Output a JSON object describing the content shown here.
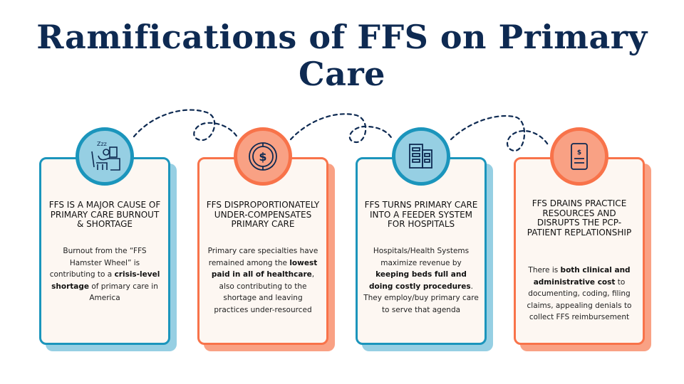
{
  "title": "Ramifications of FFS on Primary Care",
  "colors": {
    "navy": "#0e2a52",
    "blue": "#1b95bc",
    "light_blue": "#96cfe3",
    "orange": "#f8734a",
    "light_orange": "#f9a184",
    "card_bg": "#fdf7f2"
  },
  "cards": [
    {
      "icon": "sleeping-at-desk-icon",
      "heading": "FFS is a major cause of primary care burnout & shortage",
      "body": [
        {
          "t": "Burnout from the “FFS Hamster Wheel” is contributing to a "
        },
        {
          "t": "crisis-level shortage",
          "b": true
        },
        {
          "t": " of primary care in America"
        }
      ]
    },
    {
      "icon": "dollar-coin-icon",
      "heading": "FFS disproportionately under-compensates primary care",
      "body": [
        {
          "t": "Primary care specialties have remained among the "
        },
        {
          "t": "lowest paid in all of healthcare",
          "b": true
        },
        {
          "t": ", also contributing to the shortage and leaving practices under-resourced"
        }
      ]
    },
    {
      "icon": "hospital-buildings-icon",
      "heading": "FFS turns primary care into a feeder system for hospitals",
      "body": [
        {
          "t": "Hospitals/Health Systems maximize revenue by "
        },
        {
          "t": "keeping beds full and doing costly procedures",
          "b": true
        },
        {
          "t": ". They employ/buy primary care to serve that agenda"
        }
      ]
    },
    {
      "icon": "invoice-document-icon",
      "heading": "FFS drains practice resources and disrupts the PCP-patient replationship",
      "body": [
        {
          "t": "There is "
        },
        {
          "t": "both clinical and administrative cost",
          "b": true
        },
        {
          "t": " to documenting, coding, filing claims, appealing denials to collect FFS reimbursement"
        }
      ]
    }
  ]
}
